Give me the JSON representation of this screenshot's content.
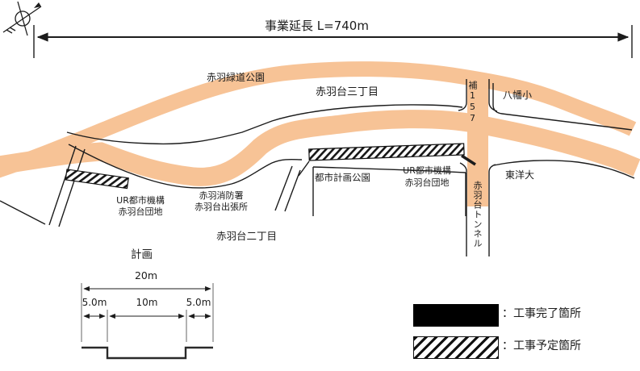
{
  "colors": {
    "road_fill": "#F7C396",
    "line": "#1c1c1c"
  },
  "header": {
    "project_length": "事業延長  L=740m"
  },
  "map": {
    "labels": {
      "greenway_park": "赤羽緑道公園",
      "district_3chome": "赤羽台三丁目",
      "route_157": "補157",
      "hachiman_elementary": "八幡小",
      "ur_agency_left": [
        "UR都市機構",
        "赤羽台団地"
      ],
      "fire_station": [
        "赤羽消防署",
        "赤羽台出張所"
      ],
      "city_planning_park": "都市計画公園",
      "ur_agency_right": [
        "UR都市機構",
        "赤羽台団地"
      ],
      "toyo_university": "東洋大",
      "tunnel": "赤羽台トンネル",
      "district_2chome": "赤羽台二丁目"
    }
  },
  "cross_section": {
    "title": "計画",
    "overall": "20m",
    "left": "5.0m",
    "center": "10m",
    "right": "5.0m"
  },
  "legend": {
    "completed": "：工事完了箇所",
    "planned": "：工事予定箇所"
  }
}
